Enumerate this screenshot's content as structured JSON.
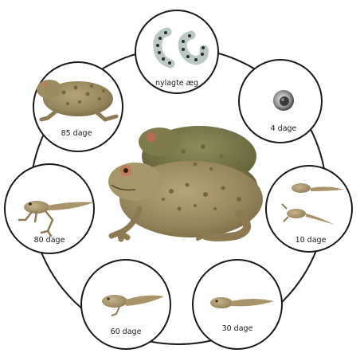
{
  "stages": [
    {
      "id": "eggs",
      "label": "nylagte æg",
      "icon": "toad-egg-strings"
    },
    {
      "id": "day4",
      "label": "4 dage",
      "icon": "single-egg-embryo"
    },
    {
      "id": "day10",
      "label": "10 dage",
      "icon": "newly-hatched-tadpoles"
    },
    {
      "id": "day30",
      "label": "30 dage",
      "icon": "tadpole"
    },
    {
      "id": "day60",
      "label": "60 dage",
      "icon": "tadpole-with-hind-legs"
    },
    {
      "id": "day80",
      "label": "80 dage",
      "icon": "froglet-with-tail"
    },
    {
      "id": "day85",
      "label": "85 dage",
      "icon": "young-toad"
    }
  ],
  "center": {
    "icon": "mating-toads-pair"
  },
  "colors": {
    "ring": "#1a1a1a",
    "toad_body": "#9c8a62",
    "toad_warts": "#6e6a3e",
    "egg_jelly": "#b9c8c2",
    "egg_dot": "#2b2b2b",
    "tadpole": "#a8936a"
  }
}
